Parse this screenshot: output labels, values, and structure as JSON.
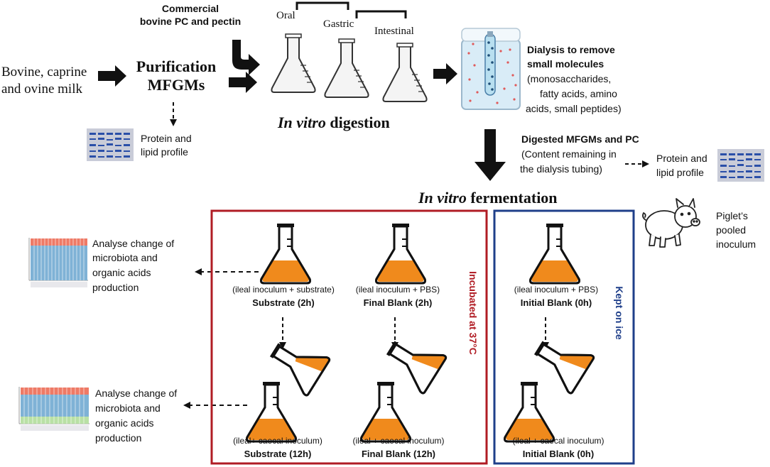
{
  "source": {
    "line1": "Bovine, caprine",
    "line2": "and ovine milk"
  },
  "purification": {
    "line1": "Purification",
    "line2": "MFGMs"
  },
  "commercial": {
    "line1": "Commercial",
    "line2": "bovine PC and pectin"
  },
  "protein_profile_left": {
    "line1": "Protein and",
    "line2": "lipid profile"
  },
  "digestion_phases": {
    "oral": "Oral",
    "gastric": "Gastric",
    "intestinal": "Intestinal"
  },
  "in_vitro_digestion": {
    "italic": "In vitro",
    "rest": " digestion"
  },
  "dialysis": {
    "line1": "Dialysis to remove",
    "line2": "small molecules",
    "line3": "(monosaccharides,",
    "line4": "fatty acids, amino",
    "line5": "acids, small peptides)"
  },
  "digested": {
    "line1": "Digested MFGMs and PC",
    "line2": "(Content remaining in",
    "line3": "the dialysis tubing)"
  },
  "protein_profile_right": {
    "line1": "Protein and",
    "line2": "lipid profile"
  },
  "in_vitro_fermentation": {
    "italic": "In vitro",
    "rest": " fermentation"
  },
  "piglet": {
    "line1": "Piglet’s",
    "line2": "pooled",
    "line3": "inoculum"
  },
  "analyse_top": {
    "line1": "Analyse change of",
    "line2": "microbiota and",
    "line3": "organic acids",
    "line4": "production"
  },
  "analyse_bottom": {
    "line1": "Analyse change of",
    "line2": "microbiota and",
    "line3": "organic acids",
    "line4": "production"
  },
  "flasks": {
    "substrate_2h": {
      "content": "(ileal inoculum + substrate)",
      "label": "Substrate (2h)"
    },
    "final_blank_2h": {
      "content": "(ileal inoculum + PBS)",
      "label": "Final Blank (2h)"
    },
    "initial_blank_top": {
      "content": "(ileal inoculum + PBS)",
      "label": "Initial  Blank (0h)"
    },
    "substrate_12h": {
      "content": "(ileal+ caecal inoculum)",
      "label": "Substrate (12h)"
    },
    "final_blank_12h": {
      "content": "(ileal + caecal inoculum)",
      "label": "Final Blank (12h)"
    },
    "initial_blank_bottom": {
      "content": "(ileal + caecal inoculum)",
      "label": "Initial  Blank (0h)"
    }
  },
  "incubated_label": "Incubated at 37°C",
  "kept_label": "Kept on ice",
  "colors": {
    "incubated_border": "#b01c24",
    "kept_border": "#1f3f8a",
    "liquid": "#f08a1c",
    "arrow": "#111111",
    "chart_blue": "#7fb2d6",
    "chart_red": "#ee7a66",
    "chart_green": "#b9e0a5",
    "gel_blue": "#2a4fa8"
  }
}
